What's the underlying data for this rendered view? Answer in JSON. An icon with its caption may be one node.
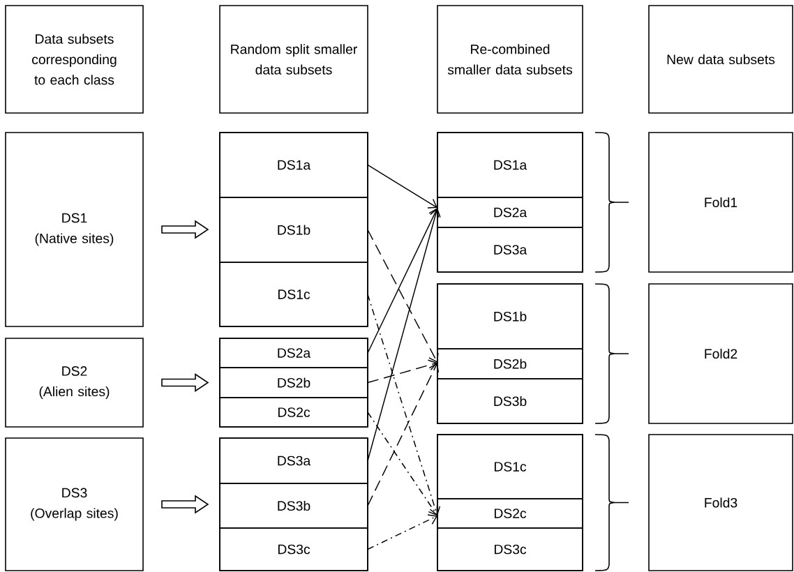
{
  "diagram": {
    "nodes": [
      {
        "text": [
          "Data subsets corresponding to each class"
        ]
      },
      {
        "text": [
          "Random split smaller data subsets"
        ]
      },
      {
        "text": [
          "Re-combined smaller data subsets"
        ]
      },
      {
        "text": [
          "New data subsets"
        ]
      },
      {
        "text": [
          "DS1",
          "(Native sites)"
        ]
      },
      {
        "text": [],
        "shape": "box"
      },
      {
        "text": [
          "DS1a"
        ],
        "in": 5
      },
      {
        "text": [
          "DS1b"
        ],
        "in": 5
      },
      {
        "text": [
          "DS1c"
        ],
        "in": 5
      },
      {
        "text": [],
        "shape": "box"
      },
      {
        "text": [
          "DS1a"
        ],
        "in": 9
      },
      {
        "text": [
          "DS2a"
        ],
        "in": 9
      },
      {
        "text": [
          "DS3a"
        ],
        "in": 9
      },
      {
        "text": [
          "Fold1"
        ]
      },
      {
        "text": [
          "DS2",
          "(Alien sites)"
        ]
      },
      {
        "text": [],
        "shape": "box"
      },
      {
        "text": [
          "DS2a"
        ],
        "in": 15
      },
      {
        "text": [
          "DS2b"
        ],
        "in": 15
      },
      {
        "text": [
          "DS2c"
        ],
        "in": 15
      },
      {
        "text": [],
        "shape": "box"
      },
      {
        "text": [
          "DS1b"
        ],
        "in": 19
      },
      {
        "text": [
          "DS2b"
        ],
        "in": 19
      },
      {
        "text": [
          "DS3b"
        ],
        "in": 19
      },
      {
        "text": [
          "Fold2"
        ]
      },
      {
        "text": [
          "DS3",
          "(Overlap sites)"
        ]
      },
      {
        "text": [],
        "shape": "box"
      },
      {
        "text": [
          "DS3a"
        ],
        "in": 25
      },
      {
        "text": [
          "DS3b"
        ],
        "in": 25
      },
      {
        "text": [
          "DS3c"
        ],
        "in": 25
      },
      {
        "text": [],
        "shape": "box"
      },
      {
        "text": [
          "DS1c"
        ],
        "in": 29
      },
      {
        "text": [
          "DS2c"
        ],
        "in": 29
      },
      {
        "text": [
          "DS3c"
        ],
        "in": 29
      },
      {
        "text": [
          "Fold3"
        ]
      }
    ],
    "edges": [
      {
        "from": 4,
        "to": 5,
        "arrow": "to",
        "style": "thick"
      },
      {
        "from": 14,
        "to": 15,
        "arrow": "to",
        "style": "thick"
      },
      {
        "from": 24,
        "to": 25,
        "arrow": "to",
        "style": "thick"
      },
      {
        "from": 6,
        "to": 9,
        "arrow": "to"
      },
      {
        "from": 16,
        "to": 9,
        "arrow": "to"
      },
      {
        "from": 26,
        "to": 9,
        "arrow": "to"
      },
      {
        "from": 7,
        "to": 19,
        "arrow": "to",
        "style": "dashed"
      },
      {
        "from": 17,
        "to": 19,
        "arrow": "to",
        "style": "dashed"
      },
      {
        "from": 27,
        "to": 19,
        "arrow": "to",
        "style": "dashed"
      },
      {
        "from": 8,
        "to": 29,
        "arrow": "to",
        "style": "dashed"
      },
      {
        "from": 18,
        "to": 29,
        "arrow": "to",
        "style": "dashed"
      },
      {
        "from": 28,
        "to": 29,
        "arrow": "to",
        "style": "dashed"
      }
    ]
  }
}
